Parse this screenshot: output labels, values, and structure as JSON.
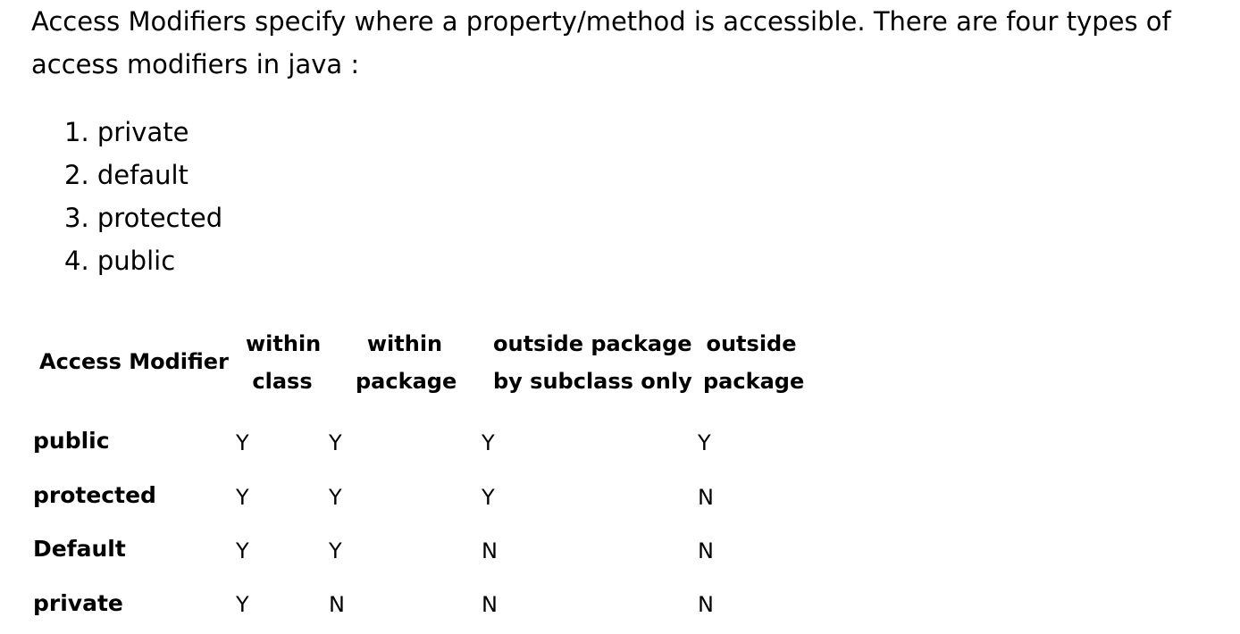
{
  "intro": {
    "line1": "Access Modifiers specify where a property/method is accessible. There are four types of",
    "line2": "access modifiers in java :"
  },
  "modifier_list": [
    "1. private",
    "2. default",
    "3. protected",
    "4. public"
  ],
  "table": {
    "headers": {
      "access_modifier": "Access Modifier",
      "within_class": [
        "within",
        "class"
      ],
      "within_package": [
        "within",
        "package"
      ],
      "outside_package_subclass": [
        "outside package",
        "by subclass only"
      ],
      "outside_package": [
        "outside",
        "package"
      ]
    },
    "rows": [
      {
        "modifier": "public",
        "within_class": "Y",
        "within_package": "Y",
        "outside_subclass": "Y",
        "outside_package": "Y"
      },
      {
        "modifier": "protected",
        "within_class": "Y",
        "within_package": "Y",
        "outside_subclass": "Y",
        "outside_package": "N"
      },
      {
        "modifier": "Default",
        "within_class": "Y",
        "within_package": "Y",
        "outside_subclass": "N",
        "outside_package": "N"
      },
      {
        "modifier": "private",
        "within_class": "Y",
        "within_package": "N",
        "outside_subclass": "N",
        "outside_package": "N"
      }
    ]
  }
}
